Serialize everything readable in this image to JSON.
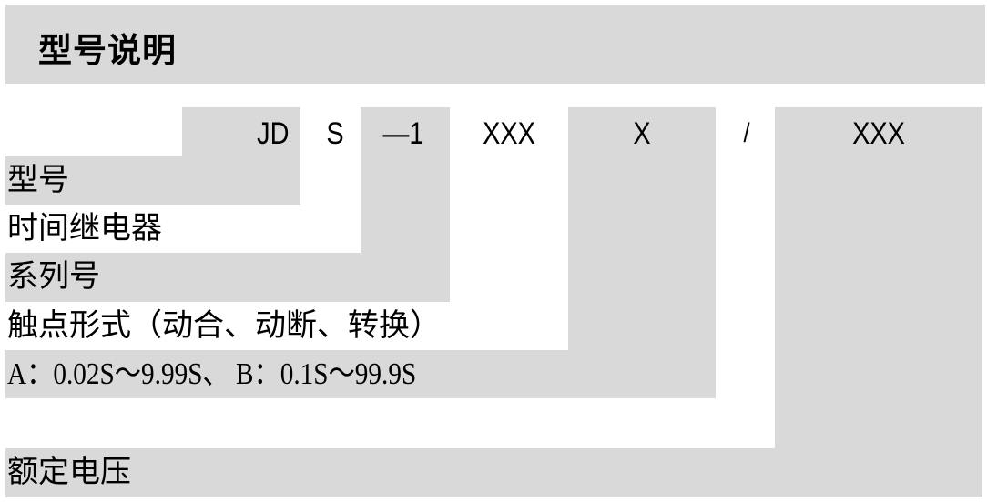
{
  "title": "型号说明",
  "model_code": {
    "segments": [
      {
        "text": "JD",
        "shaded": true
      },
      {
        "text": "S",
        "shaded": false
      },
      {
        "text": "—1",
        "shaded": true
      },
      {
        "text": "XXX",
        "shaded": false
      },
      {
        "text": "X",
        "shaded": true
      },
      {
        "text": "/",
        "shaded": false
      },
      {
        "text": "XXX",
        "shaded": true
      }
    ]
  },
  "explanations": [
    {
      "text": "型号",
      "segment": "JD"
    },
    {
      "text": "时间继电器",
      "segment": "S"
    },
    {
      "text": "系列号",
      "segment": "—1"
    },
    {
      "text": "触点形式（动合、动断、转换）",
      "segment": "XXX"
    },
    {
      "text": "A：0.02S～9.99S、 B：0.1S～99.9S",
      "segment": "X"
    },
    {
      "text": "",
      "segment": "/"
    },
    {
      "text": "额定电压",
      "segment": "XXX"
    }
  ],
  "colors": {
    "shade": "#d9d9d9",
    "background": "#ffffff",
    "text": "#000000"
  }
}
